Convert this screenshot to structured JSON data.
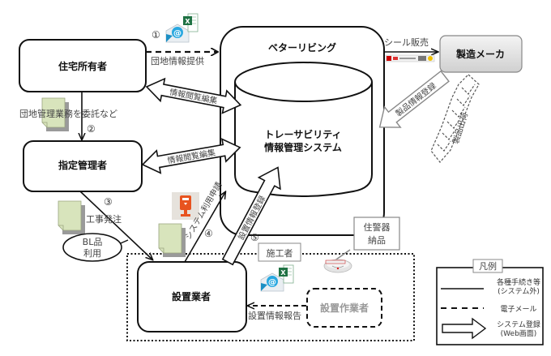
{
  "actors": {
    "homeowner": "住宅所有者",
    "designated_manager": "指定管理者",
    "installer": "設置業者",
    "manufacturer": "製造メーカ",
    "installation_worker": "設置作業者",
    "better_living": "ベターリビング",
    "system_line1": "トレーサビリティ",
    "system_line2": "情報管理システム"
  },
  "steps": {
    "s1": "①",
    "s2": "②",
    "s3": "③",
    "s4": "④",
    "s5": "⑤"
  },
  "flows": {
    "estate_info_provision": "団地情報提供",
    "info_view_edit_1": "情報閲覧編集",
    "info_view_edit_2": "情報閲覧編集",
    "estate_mgmt_delegation": "団地管理業務を委託など",
    "construction_order": "工事発注",
    "bl_use_line1": "BL品",
    "bl_use_line2": "利用",
    "system_use_application": "システム利用申請",
    "installation_info_registration": "設置情報登録",
    "seal_sales": "シール販売",
    "product_info_registration": "製品情報登録",
    "product_shipment": "製品出荷",
    "installation_info_report": "設置情報報告",
    "constructor_label": "施工者",
    "alarm_delivery_line1": "住警器",
    "alarm_delivery_line2": "納品"
  },
  "legend": {
    "title": "凡例",
    "items": [
      {
        "line1": "各種手続き等",
        "line2": "(システム外)",
        "style": "solid"
      },
      {
        "line1": "電子メール",
        "line2": "",
        "style": "dashed"
      },
      {
        "line1": "システム登録",
        "line2": "(Web画面)",
        "style": "block-arrow"
      }
    ]
  },
  "icons": {
    "email": "email-icon",
    "excel": "excel-icon",
    "document": "document-icon",
    "terminal": "terminal-icon",
    "smoke_alarm": "smoke-alarm-icon",
    "seal_label": "seal-label-icon"
  },
  "colors": {
    "line": "#111111",
    "text_gray": "#999999",
    "document_fill": "#d8e4bc",
    "manufacturer_fill": "#e6e6e6",
    "excel_green": "#1f7244",
    "email_blue": "#29a8e0",
    "terminal_orange": "#e8531f"
  }
}
